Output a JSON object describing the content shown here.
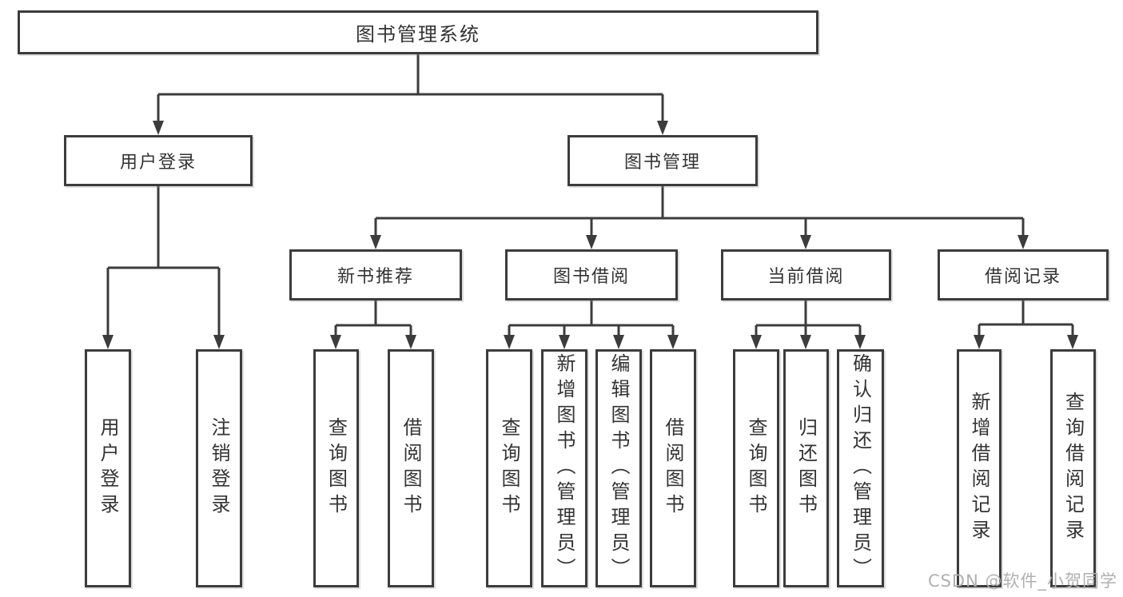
{
  "diagram_title": "图书管理系统",
  "colors": {
    "line": "#3c3c3c",
    "box_fill": "#ffffff",
    "text": "#333333",
    "watermark": "#b0b0b0",
    "background": "#ffffff"
  },
  "nodes": {
    "root": {
      "label": "图书管理系统"
    },
    "user_login": {
      "label": "用户登录"
    },
    "book_management": {
      "label": "图书管理"
    },
    "new_book_recommend": {
      "label": "新书推荐"
    },
    "book_borrowing": {
      "label": "图书借阅"
    },
    "current_borrowing": {
      "label": "当前借阅"
    },
    "borrowing_records": {
      "label": "借阅记录"
    }
  },
  "leaves": [
    {
      "label": "用户登录",
      "parent": "用户登录"
    },
    {
      "label": "注销登录",
      "parent": "用户登录"
    },
    {
      "label": "查询图书",
      "parent": "新书推荐"
    },
    {
      "label": "借阅图书",
      "parent": "新书推荐"
    },
    {
      "label": "查询图书",
      "parent": "图书借阅"
    },
    {
      "label": "新增图书（管理员）",
      "parent": "图书借阅"
    },
    {
      "label": "编辑图书（管理员）",
      "parent": "图书借阅"
    },
    {
      "label": "借阅图书",
      "parent": "图书借阅"
    },
    {
      "label": "查询图书",
      "parent": "当前借阅"
    },
    {
      "label": "归还图书",
      "parent": "当前借阅"
    },
    {
      "label": "确认归还（管理员）",
      "parent": "当前借阅"
    },
    {
      "label": "新增借阅记录",
      "parent": "借阅记录"
    },
    {
      "label": "查询借阅记录",
      "parent": "借阅记录"
    }
  ],
  "watermark": {
    "text": "CSDN @软件_小贺同学"
  }
}
